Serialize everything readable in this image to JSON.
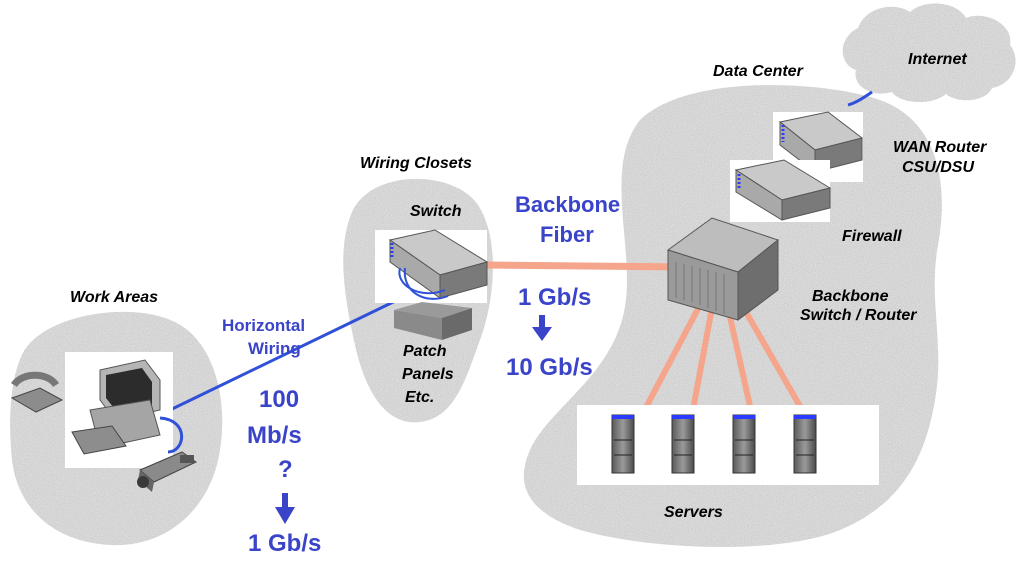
{
  "labels": {
    "internet": "Internet",
    "data_center": "Data Center",
    "wan_router_line1": "WAN Router",
    "wan_router_line2": "CSU/DSU",
    "wiring_closets": "Wiring Closets",
    "switch": "Switch",
    "firewall": "Firewall",
    "backbone_switch_line1": "Backbone",
    "backbone_switch_line2": "Switch / Router",
    "work_areas": "Work Areas",
    "patch_line1": "Patch",
    "patch_line2": "Panels",
    "patch_line3": "Etc.",
    "servers": "Servers"
  },
  "links": {
    "backbone_line1": "Backbone",
    "backbone_line2": "Fiber",
    "backbone_speed_from": "1 Gb/s",
    "backbone_speed_to": "10 Gb/s",
    "horizontal_line1": "Horizontal",
    "horizontal_line2": "Wiring",
    "horizontal_speed_line1": "100",
    "horizontal_speed_line2": "Mb/s",
    "horizontal_speed_line3": "?",
    "horizontal_speed_to": "1 Gb/s"
  },
  "colors": {
    "blue_text": "#3a44c8",
    "fiber": "#f4a58c",
    "horizontal_wire": "#2f50d8"
  }
}
